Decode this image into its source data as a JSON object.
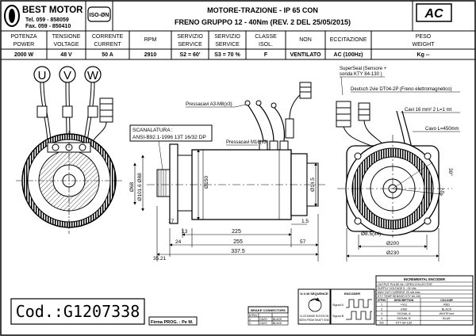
{
  "company": {
    "name": "BEST MOTOR",
    "tel": "Tel. 059 - 858059",
    "fax": "Fax. 059 - 850410",
    "iso": "ISO-ØN"
  },
  "title": {
    "line1": "MOTORE-TRAZIONE - IP 65 CON",
    "line2": "FRENO GRUPPO 12 - 40Nm (REV. 2 DEL 25/05/2015)",
    "badge": "AC"
  },
  "specs": {
    "headers": [
      [
        "POTENZA",
        "POWER"
      ],
      [
        "TENSIONE",
        "VOLTAGE"
      ],
      [
        "CORRENTE",
        "CURRENT"
      ],
      [
        "RPM",
        ""
      ],
      [
        "SERVIZIO",
        "SERVICE"
      ],
      [
        "SERVIZIO",
        "SERVICE"
      ],
      [
        "CLASSE",
        "ISOL."
      ],
      [
        "NON",
        ""
      ],
      [
        "ECCITAZIONE",
        ""
      ],
      [
        "PESO",
        "WEIGHT"
      ]
    ],
    "values": [
      "2000 W",
      "48 V",
      "50 A",
      "2910",
      "S2 =  60'",
      "S3 = 70 %",
      "F",
      "VENTILATO",
      "AC (100Hz)",
      "Kg --"
    ]
  },
  "terminals": [
    "U",
    "V",
    "W"
  ],
  "callouts": {
    "pressacavi_a3": "Pressacavi A3-M8(x3)",
    "pressacavi_m16": "Pressacavi M16(x3)",
    "scanalatura_title": "SCANALATURA :",
    "scanalatura_spec": "ANSI-B92.1-1996 13T 16/32 DP",
    "superseal_1": "SuperSeal (Sensore +",
    "superseal_2": "sonda KTY 84-130 )",
    "deutsch": "Deutsch 2vie DT04-2P (Freno elettromagnetico)",
    "cavi": "Cavi 16 mm² 2 L=1 mt",
    "cavo": "Cavo L=450mm"
  },
  "dimensions": {
    "d68": "Ø68",
    "d101": "Ø101.6 Ø88",
    "d150": "Ø150",
    "d145": "Ø14.5",
    "l17": "17",
    "l13": "13",
    "l225": "225",
    "l15": "1.5",
    "l24": "24",
    "l255": "255",
    "l57": "57",
    "l3521": "35.21",
    "l3375": "337.5",
    "hole": "Ø8.5(x4)",
    "d200": "Ø200",
    "d230": "Ø230",
    "a30": "30°",
    "a45": "45°"
  },
  "code": "Cod.:G1207338",
  "firma": "Firma PROG. : Pe M.",
  "brake_table": {
    "title": "BRAKE CONNECTORS",
    "rows": [
      [
        "N°PIN",
        "",
        ""
      ],
      [
        "1",
        "CAVO",
        "BLACK"
      ],
      [
        "2",
        "CAVO",
        "BLACK"
      ]
    ]
  },
  "sequence": {
    "title": "U-V-W SEQUENCE",
    "l1": "CLOCKWISE ROTATION",
    "l2": "SEEN FROM SHAFT END"
  },
  "encoder": {
    "title": "ENCODER",
    "signal_a": "Signal A",
    "signal_b": "Signal B"
  },
  "enc_table": {
    "title": "INCREMENTAL ENCODER",
    "spec_rows": [
      "OUTPUT PULSE    64 / OPEN COLLECTOR",
      "SUPPLY VOLTAGE   5 - 24 Vdc",
      "MAX OUT CURRENT  20 mA max",
      "KTY TEMP SENSOR  KTY 84-130"
    ],
    "header": [
      "N°PIN",
      "DESCRIPTION",
      "COLOUR"
    ],
    "rows": [
      [
        "1",
        "+Vcc",
        "RED"
      ],
      [
        "2",
        "GND",
        "BLACK"
      ],
      [
        "3",
        "SIGNAL A",
        "WHITE/red"
      ],
      [
        "4",
        "SIGNAL B",
        "BLUE"
      ],
      [
        "5/6",
        "KTY 84-130",
        ""
      ]
    ]
  },
  "colors": {
    "ink": "#000000",
    "hatch": "#888888",
    "paper": "#ffffff"
  }
}
